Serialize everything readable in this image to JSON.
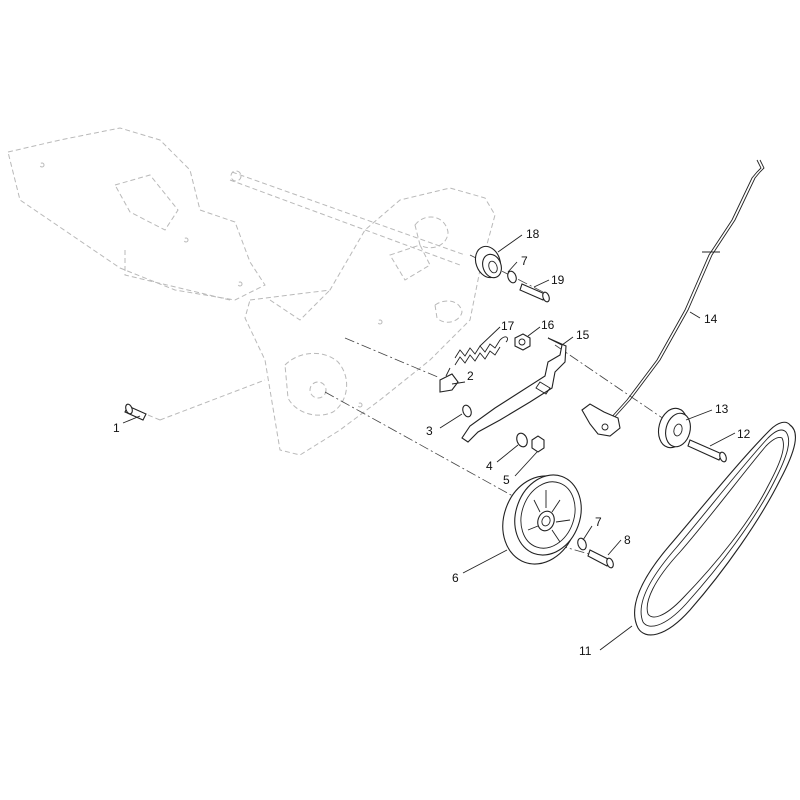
{
  "callouts": [
    {
      "id": "c1",
      "label": "1"
    },
    {
      "id": "c2",
      "label": "2"
    },
    {
      "id": "c3",
      "label": "3"
    },
    {
      "id": "c4",
      "label": "4"
    },
    {
      "id": "c5",
      "label": "5"
    },
    {
      "id": "c6",
      "label": "6"
    },
    {
      "id": "c7a",
      "label": "7"
    },
    {
      "id": "c7b",
      "label": "7"
    },
    {
      "id": "c8",
      "label": "8"
    },
    {
      "id": "c11",
      "label": "11"
    },
    {
      "id": "c12",
      "label": "12"
    },
    {
      "id": "c13",
      "label": "13"
    },
    {
      "id": "c14",
      "label": "14"
    },
    {
      "id": "c15",
      "label": "15"
    },
    {
      "id": "c16",
      "label": "16"
    },
    {
      "id": "c17",
      "label": "17"
    },
    {
      "id": "c18",
      "label": "18"
    },
    {
      "id": "c19",
      "label": "19"
    }
  ]
}
